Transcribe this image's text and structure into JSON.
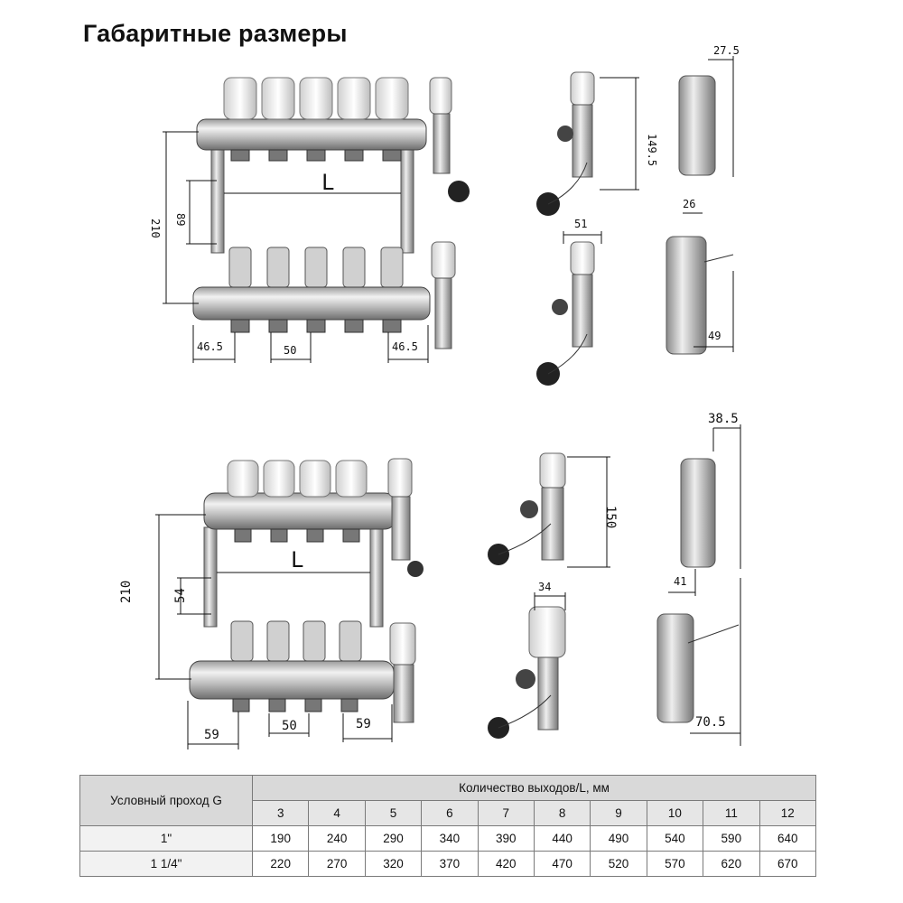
{
  "title": "Габаритные размеры",
  "top_drawing": {
    "height_total": "210",
    "height_inner": "89",
    "length_label": "L",
    "left_offset": "46.5",
    "pitch": "50",
    "right_offset": "46.5",
    "valve_height": "149.5",
    "side_offset_top": "27.5",
    "valve_width": "51",
    "side_gap": "26",
    "side_depth": "49"
  },
  "bottom_drawing": {
    "height_total": "210",
    "height_inner": "54",
    "length_label": "L",
    "left_offset": "59",
    "pitch": "50",
    "right_offset": "59",
    "valve_height": "150",
    "side_offset_top": "38.5",
    "valve_width": "34",
    "side_gap": "41",
    "side_depth": "70.5"
  },
  "table": {
    "row_header": "Условный проход G",
    "col_header": "Количество выходов/L, мм",
    "outlets": [
      "3",
      "4",
      "5",
      "6",
      "7",
      "8",
      "9",
      "10",
      "11",
      "12"
    ],
    "rows": [
      {
        "size": "1\"",
        "values": [
          "190",
          "240",
          "290",
          "340",
          "390",
          "440",
          "490",
          "540",
          "590",
          "640"
        ]
      },
      {
        "size": "1 1/4\"",
        "values": [
          "220",
          "270",
          "320",
          "370",
          "420",
          "470",
          "520",
          "570",
          "620",
          "670"
        ]
      }
    ]
  }
}
